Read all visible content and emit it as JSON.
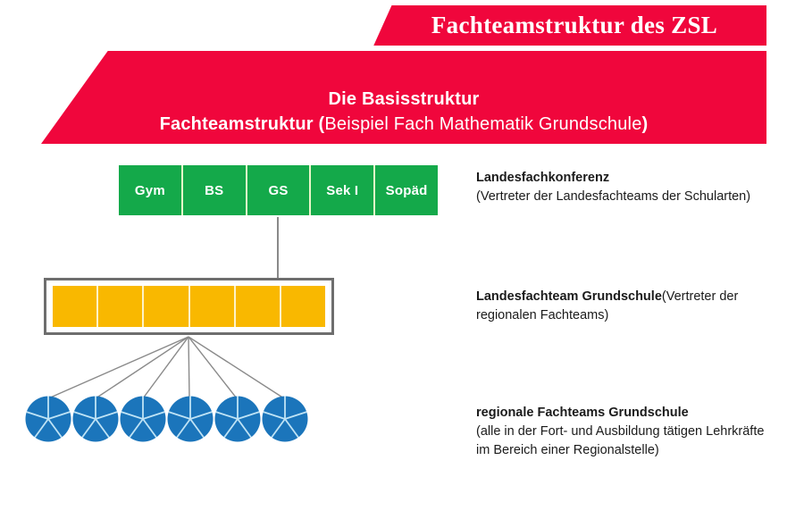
{
  "header": {
    "title": "Fachteamstruktur des ZSL",
    "subtitle_line1": "Die Basisstruktur",
    "subtitle_line2_bold_start": "Fachteamstruktur (",
    "subtitle_line2_regular": "Beispiel Fach Mathematik Grundschule",
    "subtitle_line2_bold_end": ")"
  },
  "colors": {
    "banner_red": "#f0063c",
    "green": "#14a94a",
    "yellow": "#f9b800",
    "blue": "#1b75bb",
    "connector_gray": "#8a8a8a",
    "frame_gray": "#6e6e6e",
    "text": "#1b1b1b"
  },
  "school_types": [
    {
      "label": "Gym"
    },
    {
      "label": "BS"
    },
    {
      "label": "GS"
    },
    {
      "label": "Sek I"
    },
    {
      "label": "Sopäd"
    }
  ],
  "state_team": {
    "cells": [
      "",
      "",
      "",
      "",
      "",
      ""
    ],
    "cell_count": 6
  },
  "regional_teams": {
    "circle_count": 6,
    "segments_per_circle": 5
  },
  "labels": {
    "level1": {
      "heading": "Landesfachkonferenz",
      "description": "(Vertreter der Landesfachteams der Schularten)"
    },
    "level2": {
      "heading": "Landesfachteam Grundschule",
      "description": "(Vertreter der regionalen Fachteams)"
    },
    "level3": {
      "heading": "regionale Fachteams Grundschule",
      "description": "(alle in der Fort- und Ausbildung tätigen Lehrkräfte im Bereich einer Regionalstelle)"
    }
  }
}
